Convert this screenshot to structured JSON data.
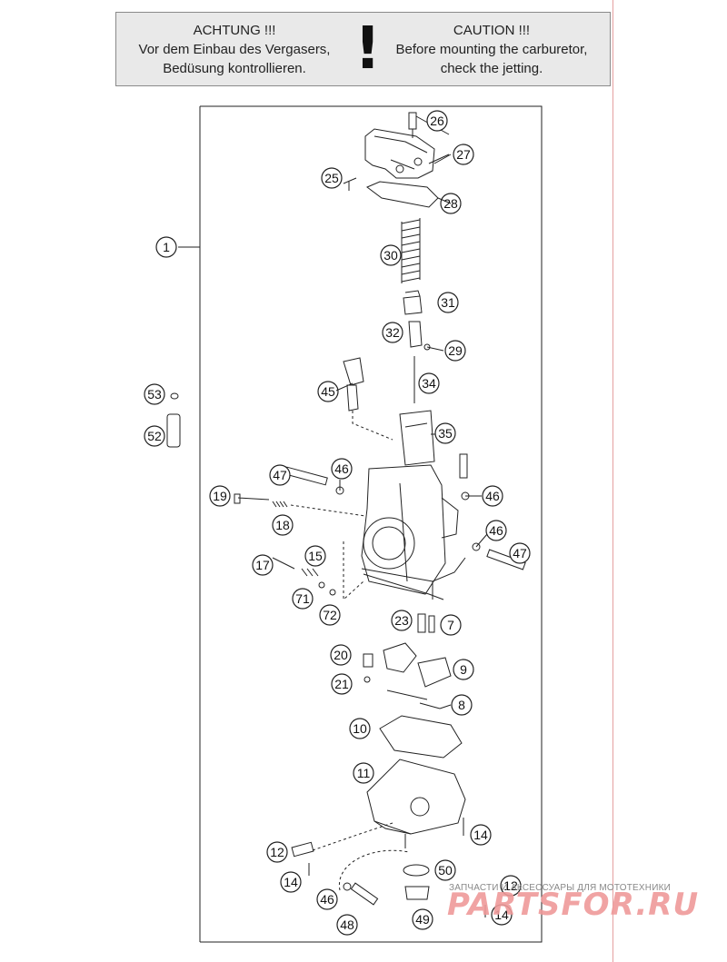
{
  "caution": {
    "de_title": "ACHTUNG !!!",
    "de_line1": "Vor dem Einbau des Vergasers,",
    "de_line2": "Bedüsung kontrollieren.",
    "mark": "!",
    "en_title": "CAUTION !!!",
    "en_line1": "Before mounting the carburetor,",
    "en_line2": "check the jetting."
  },
  "callouts": [
    "1",
    "26",
    "27",
    "25",
    "28",
    "30",
    "31",
    "32",
    "29",
    "34",
    "45",
    "35",
    "53",
    "52",
    "47",
    "46",
    "19",
    "18",
    "46",
    "46",
    "47",
    "17",
    "15",
    "71",
    "72",
    "23",
    "7",
    "20",
    "9",
    "21",
    "8",
    "10",
    "11",
    "14",
    "12",
    "50",
    "14",
    "46",
    "12",
    "49",
    "48",
    "14"
  ],
  "watermark": {
    "text": "ЗАПЧАСТИ И АКСЕССУАРЫ ДЛЯ МОТОТЕХНИКИ",
    "logo": "PARTSFOR.RU"
  },
  "colors": {
    "line": "#222222",
    "pink": "#e4a0a0",
    "watermark": "#ef9a9a"
  }
}
